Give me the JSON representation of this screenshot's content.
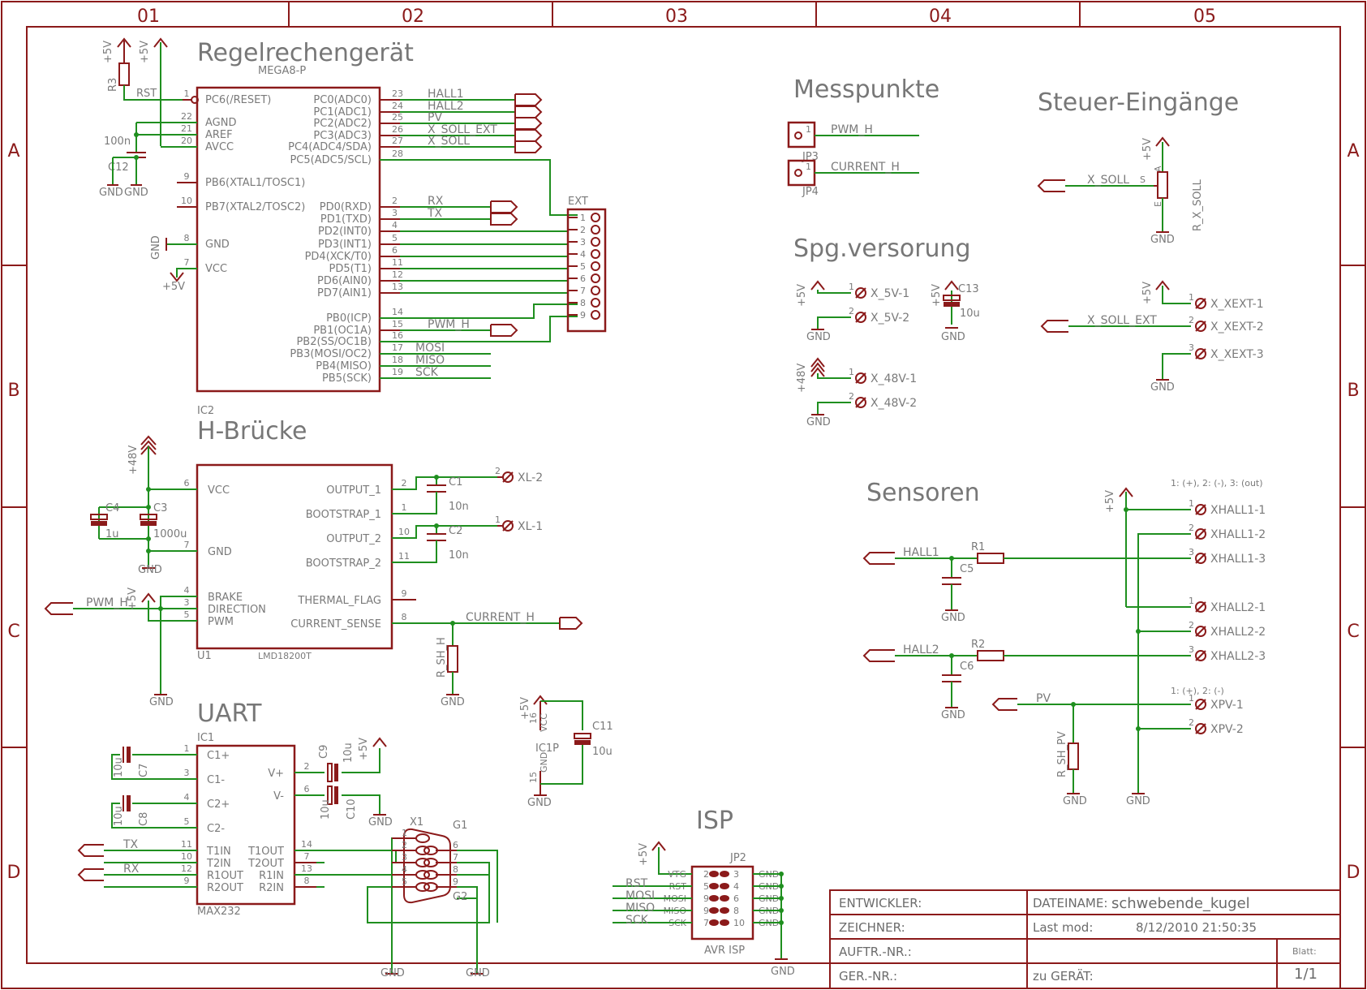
{
  "frame": {
    "columns": [
      "01",
      "02",
      "03",
      "04",
      "05"
    ],
    "rows": [
      "A",
      "B",
      "C",
      "D"
    ]
  },
  "sections": {
    "regel": "Regelrechengerät",
    "hbruecke": "H-Brücke",
    "uart": "UART",
    "isp": "ISP",
    "messpunkte": "Messpunkte",
    "steuer": "Steuer-Eingänge",
    "spg": "Spg.versorung",
    "sensoren": "Sensoren"
  },
  "mcu": {
    "part": "MEGA8-P",
    "ref": "IC2",
    "left_pins": [
      {
        "num": "1",
        "name": "PC6(/RESET)"
      },
      {
        "num": "22",
        "name": "AGND"
      },
      {
        "num": "21",
        "name": "AREF"
      },
      {
        "num": "20",
        "name": "AVCC"
      },
      {
        "num": "9",
        "name": "PB6(XTAL1/TOSC1)"
      },
      {
        "num": "10",
        "name": "PB7(XTAL2/TOSC2)"
      },
      {
        "num": "8",
        "name": "GND"
      },
      {
        "num": "7",
        "name": "VCC"
      }
    ],
    "right_pins": [
      {
        "num": "23",
        "name": "PC0(ADC0)",
        "net": "HALL1"
      },
      {
        "num": "24",
        "name": "PC1(ADC1)",
        "net": "HALL2"
      },
      {
        "num": "25",
        "name": "PC2(ADC2)",
        "net": "PV"
      },
      {
        "num": "26",
        "name": "PC3(ADC3)",
        "net": "X_SOLL_EXT"
      },
      {
        "num": "27",
        "name": "PC4(ADC4/SDA)",
        "net": "X_SOLL"
      },
      {
        "num": "28",
        "name": "PC5(ADC5/SCL)",
        "net": ""
      },
      {
        "num": "2",
        "name": "PD0(RXD)",
        "net": "RX"
      },
      {
        "num": "3",
        "name": "PD1(TXD)",
        "net": "TX"
      },
      {
        "num": "4",
        "name": "PD2(INT0)",
        "net": ""
      },
      {
        "num": "5",
        "name": "PD3(INT1)",
        "net": ""
      },
      {
        "num": "6",
        "name": "PD4(XCK/T0)",
        "net": ""
      },
      {
        "num": "11",
        "name": "PD5(T1)",
        "net": ""
      },
      {
        "num": "12",
        "name": "PD6(AIN0)",
        "net": ""
      },
      {
        "num": "13",
        "name": "PD7(AIN1)",
        "net": ""
      },
      {
        "num": "14",
        "name": "PB0(ICP)",
        "net": ""
      },
      {
        "num": "15",
        "name": "PB1(OC1A)",
        "net": "PWM_H"
      },
      {
        "num": "16",
        "name": "PB2(SS/OC1B)",
        "net": ""
      },
      {
        "num": "17",
        "name": "PB3(MOSI/OC2)",
        "net": "MOSI"
      },
      {
        "num": "18",
        "name": "PB4(MISO)",
        "net": "MISO"
      },
      {
        "num": "19",
        "name": "PB5(SCK)",
        "net": "SCK"
      }
    ],
    "r3": "R3",
    "rst": "RST",
    "c12": "C12",
    "c12_val": "100n",
    "plus5v": "+5V",
    "gnd": "GND"
  },
  "ext": {
    "ref": "EXT",
    "pins": [
      "1",
      "2",
      "3",
      "4",
      "5",
      "6",
      "7",
      "8",
      "9"
    ]
  },
  "hbridge": {
    "part": "LMD18200T",
    "ref": "U1",
    "left_pins": [
      {
        "num": "6",
        "name": "VCC"
      },
      {
        "num": "7",
        "name": "GND"
      },
      {
        "num": "4",
        "name": "BRAKE"
      },
      {
        "num": "3",
        "name": "DIRECTION"
      },
      {
        "num": "5",
        "name": "PWM"
      }
    ],
    "right_pins": [
      {
        "num": "2",
        "name": "OUTPUT_1"
      },
      {
        "num": "1",
        "name": "BOOTSTRAP_1"
      },
      {
        "num": "10",
        "name": "OUTPUT_2"
      },
      {
        "num": "11",
        "name": "BOOTSTRAP_2"
      },
      {
        "num": "9",
        "name": "THERMAL_FLAG"
      },
      {
        "num": "8",
        "name": "CURRENT_SENSE"
      }
    ],
    "plus48v": "+48V",
    "c4": "C4",
    "c4_val": "1u",
    "c3": "C3",
    "c3_val": "1000u",
    "c1": "C1",
    "c1_val": "10n",
    "c2": "C2",
    "c2_val": "10n",
    "xl2": "XL-2",
    "xl1": "XL-1",
    "pwm_h": "PWM_H",
    "current_h": "CURRENT_H",
    "rsh": "R_SH_H"
  },
  "uart": {
    "ref": "IC1",
    "part": "MAX232",
    "left_pins": [
      {
        "num": "1",
        "name": "C1+"
      },
      {
        "num": "3",
        "name": "C1-"
      },
      {
        "num": "4",
        "name": "C2+"
      },
      {
        "num": "5",
        "name": "C2-"
      },
      {
        "num": "11",
        "name": "T1IN"
      },
      {
        "num": "10",
        "name": "T2IN"
      },
      {
        "num": "12",
        "name": "R1OUT"
      },
      {
        "num": "9",
        "name": "R2OUT"
      }
    ],
    "right_pins": [
      {
        "num": "2",
        "name": "V+"
      },
      {
        "num": "6",
        "name": "V-"
      },
      {
        "num": "14",
        "name": "T1OUT"
      },
      {
        "num": "7",
        "name": "T2OUT"
      },
      {
        "num": "13",
        "name": "R1IN"
      },
      {
        "num": "8",
        "name": "R2IN"
      }
    ],
    "c7": "C7",
    "c7_val": "10u",
    "c8": "C8",
    "c8_val": "10u",
    "c9": "C9",
    "c9_val": "10u",
    "c10": "C10",
    "c10_val": "10u",
    "tx": "TX",
    "rx": "RX",
    "x1": "X1",
    "g1": "G1",
    "g2": "G2",
    "x1_pins": [
      "1",
      "2",
      "3",
      "4",
      "5",
      "6",
      "7",
      "8",
      "9"
    ]
  },
  "ic1p": {
    "ref": "IC1P",
    "vcc": "VCC",
    "gnd_pin": "GND",
    "p16": "16",
    "p15": "15",
    "c11": "C11",
    "c11_val": "10u"
  },
  "isp": {
    "ref": "JP2",
    "footer": "AVR ISP",
    "left": [
      {
        "num": "2",
        "name": "VTG",
        "net": ""
      },
      {
        "num": "5",
        "name": "RST",
        "net": "RST"
      },
      {
        "num": "9",
        "name": "MOSI",
        "net": "MOSI"
      },
      {
        "num": "9",
        "name": "MISO",
        "net": "MISO"
      },
      {
        "num": "7",
        "name": "SCK",
        "net": "SCK"
      }
    ],
    "right": [
      {
        "num": "3",
        "name": "GND"
      },
      {
        "num": "4",
        "name": "GND"
      },
      {
        "num": "6",
        "name": "GND"
      },
      {
        "num": "8",
        "name": "GND"
      },
      {
        "num": "10",
        "name": "GND"
      }
    ]
  },
  "messpunkte": {
    "jp3": "JP3",
    "jp4": "JP4",
    "pwm_h": "PWM_H",
    "current_h": "CURRENT_H",
    "pin1": "1"
  },
  "steuer": {
    "x_soll": "X_SOLL",
    "s": "S",
    "a": "A",
    "e": "E",
    "r": "R_X_SOLL",
    "x_soll_ext": "X_SOLL_EXT",
    "xext1": "X_XEXT-1",
    "xext2": "X_XEXT-2",
    "xext3": "X_XEXT-3"
  },
  "spg": {
    "x5v1": "X_5V-1",
    "x5v2": "X_5V-2",
    "x48v1": "X_48V-1",
    "x48v2": "X_48V-2",
    "c13": "C13",
    "c13_val": "10u"
  },
  "sensoren": {
    "note1": "1: (+), 2: (-), 3: (out)",
    "note2": "1: (+), 2: (-)",
    "hall1": "HALL1",
    "hall2": "HALL2",
    "pv": "PV",
    "r1": "R1",
    "r2": "R2",
    "c5": "C5",
    "c6": "C6",
    "rsh_pv": "R_SH_PV",
    "xh11": "XHALL1-1",
    "xh12": "XHALL1-2",
    "xh13": "XHALL1-3",
    "xh21": "XHALL2-1",
    "xh22": "XHALL2-2",
    "xh23": "XHALL2-3",
    "xpv1": "XPV-1",
    "xpv2": "XPV-2"
  },
  "titleblock": {
    "entwickler": "ENTWICKLER:",
    "dateiname_label": "DATEINAME:",
    "dateiname": "schwebende_kugel",
    "zeichner": "ZEICHNER:",
    "lastmod_label": "Last mod:",
    "lastmod": "8/12/2010 21:50:35",
    "auftr": "AUFTR.-NR.:",
    "blatt": "Blatt:",
    "blatt_val": "1/1",
    "ger": "GER.-NR.:",
    "zugeraet": "zu GERÄT:"
  }
}
